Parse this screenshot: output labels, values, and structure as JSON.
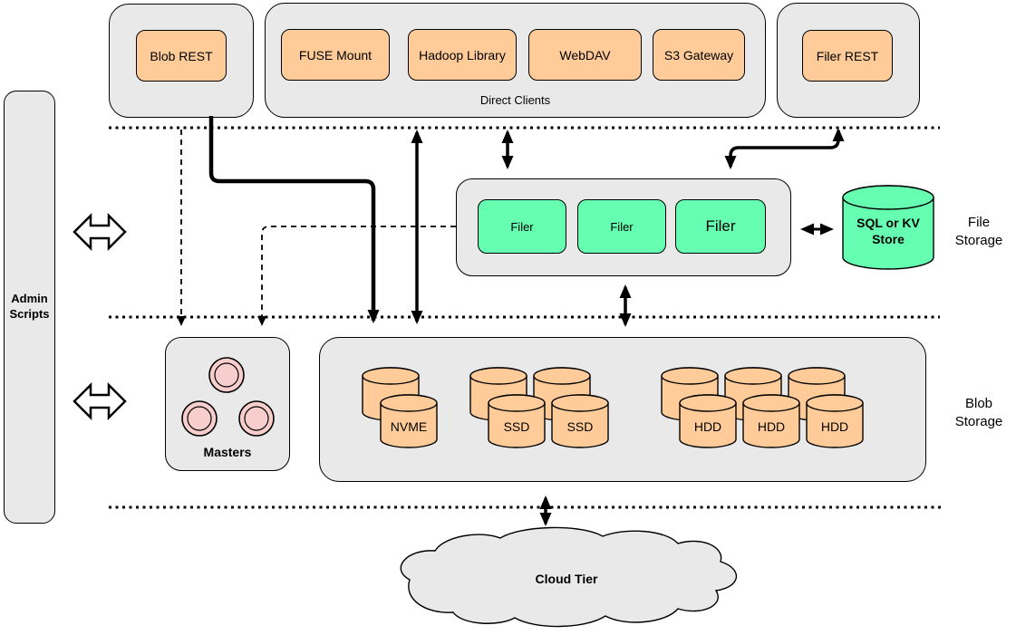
{
  "colors": {
    "gray": "#E9E9E9",
    "orange": "#FFCC99",
    "green": "#66FFB2",
    "pink": "#F8CECC",
    "line": "#000000",
    "bg": "#FFFFFF"
  },
  "diagram": {
    "admin": {
      "label": "Admin Scripts"
    },
    "top": {
      "blob_rest": "Blob REST",
      "direct_clients_label": "Direct Clients",
      "clients": [
        "FUSE Mount",
        "Hadoop Library",
        "WebDAV",
        "S3 Gateway"
      ],
      "filer_rest": "Filer REST"
    },
    "file_layer": {
      "filers": [
        "Filer",
        "Filer",
        "Filer"
      ],
      "store": "SQL or KV Store",
      "label": "File Storage"
    },
    "blob_layer": {
      "masters": "Masters",
      "volumes": [
        "NVME",
        "SSD",
        "SSD",
        "HDD",
        "HDD",
        "HDD"
      ],
      "label": "Blob Storage"
    },
    "cloud": "Cloud Tier"
  }
}
